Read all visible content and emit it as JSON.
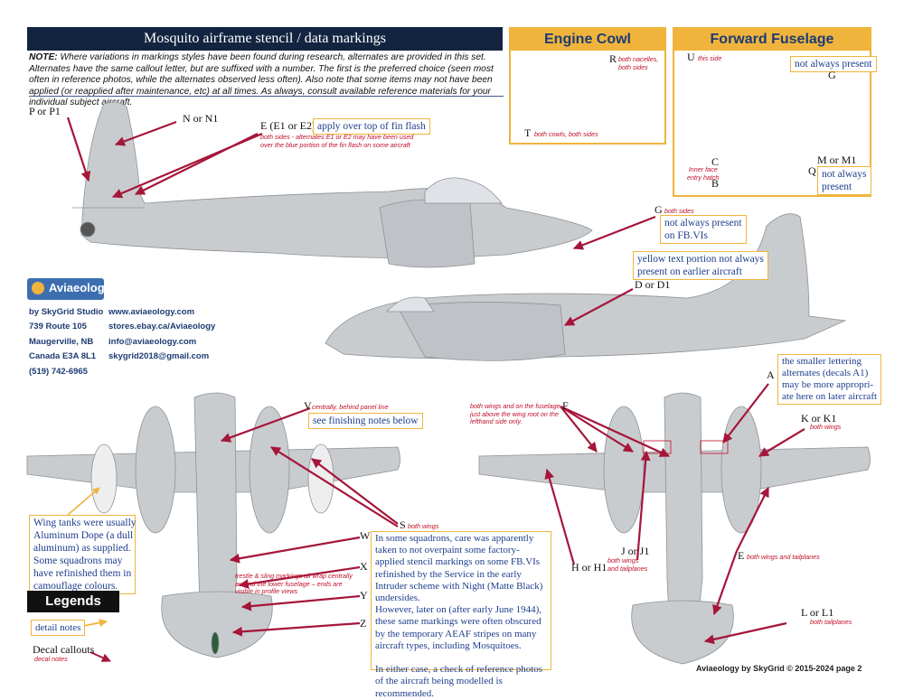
{
  "header": {
    "title": "Mosquito  airframe stencil / data markings",
    "note_lead": "NOTE:",
    "note_body": " Where variations in markings styles have been found during research, alternates are provided in this set. Alternates have the same callout letter, but are suffixed with a number. The first is the preferred choice (seen most often in reference photos, while the alternates observed less often).  Also note that some items may not have been applied (or reapplied after maintenance, etc) at all times. As always, consult available reference materials for your individual subject aircraft."
  },
  "panels": {
    "engine_cowl": {
      "title": "Engine Cowl",
      "labels": {
        "r": "R",
        "r_note": "both nacelles,\nboth sides",
        "t": "T",
        "t_note": "both cowls, both sides"
      }
    },
    "forward_fuselage": {
      "title": "Forward Fuselage",
      "labels": {
        "u": "U",
        "u_note": "this side",
        "g": "G",
        "g_box": "not always present",
        "c": "C",
        "c_note": "Inner face\nentry hatch",
        "b": "B",
        "m": "M or M1",
        "q": "Q",
        "q_box": "not always\npresent"
      }
    }
  },
  "side_view": {
    "p": "P or P1",
    "n": "N or N1",
    "e": "E (E1 or E2)",
    "e_box": "apply over top of fin flash",
    "e_note": "both sides - alternates E1 or E2 may have been used\nover the blue portion of the fin flash on some aircraft",
    "g": "G",
    "g_note": "both sides",
    "g_box": "not always present\non FB.VIs",
    "d_box": "yellow text portion not always\npresent on earlier aircraft",
    "d": "D or D1"
  },
  "brand": {
    "logo_text": "Aviaeology",
    "address": [
      "by SkyGrid Studio",
      "739 Route 105",
      "Maugerville, NB",
      "Canada E3A 8L1",
      "(519) 742-6965"
    ],
    "links": [
      "www.aviaeology.com",
      "stores.ebay.ca/Aviaeology",
      "info@aviaeology.com",
      "skygrid2018@gmail.com"
    ]
  },
  "top_view": {
    "v": "V",
    "v_note": "centrally, behind panel line",
    "v_box": "see finishing notes below",
    "s": "S",
    "s_note": "both wings",
    "wing_tank_box": "Wing tanks were usually\nAluminum Dope (a dull\naluminum) as supplied.\nSome squadrons may\nhave refinished them in\ncamouflage colours.",
    "w": "W",
    "x": "X",
    "y": "Y",
    "z": "Z",
    "trestle_note": "trestle & sling markings all wrap centrally\naround the lower fuselage – ends are\nvisible in profile views"
  },
  "squadron_box": "In some squadrons, care was apparently taken to not overpaint some factory-applied stencil markings on some FB.VIs refinished by the Service in the early Intruder scheme with Night (Matte Black) undersides.\nHowever, later on (after early June 1944), these same markings were often obscured by the temporary AEAF stripes on many aircraft types, including Mosquitoes.\n\nIn either case, a check of reference photos of the aircraft being modelled is recommended.",
  "bottom_view": {
    "f": "F",
    "f_note": "both wings and on the fuselage\njust above the wing root on the\nlefthand side only.",
    "a": "A",
    "a_box": "the smaller lettering\nalternates (decals A1)\nmay be more appropri-\nate here on later aircraft",
    "k": "K or K1",
    "k_note": "both wings",
    "e": "E",
    "e_note": "both wings and tailplanes",
    "j": "J or J1",
    "j_note": "both wings\nand tailplanes",
    "h": "H or H1",
    "l": "L or L1",
    "l_note": "both tailplanes"
  },
  "legends": {
    "title": "Legends",
    "detail": "detail notes",
    "decal": "Decal callouts",
    "decal_sub": "decal notes"
  },
  "footer": "Aviaeology by SkyGrid © 2015-2024   page 2",
  "colors": {
    "navy": "#12243f",
    "gold": "#f0b43c",
    "callout_red": "#a5163a",
    "aircraft_grey": "#c9cccf"
  }
}
